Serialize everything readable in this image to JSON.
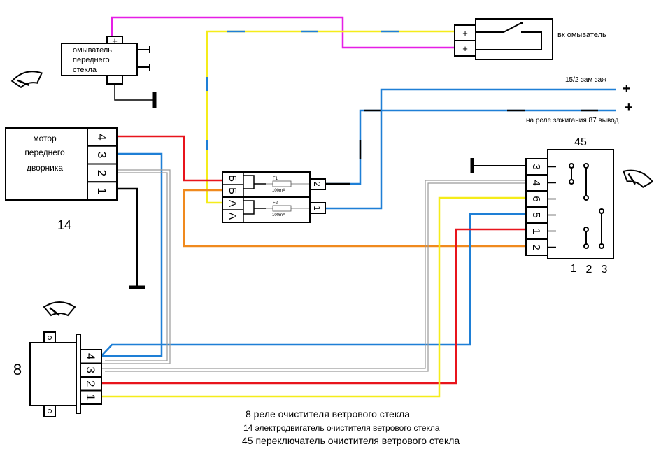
{
  "colors": {
    "red": "#e8141c",
    "blue": "#1e7fd6",
    "yellow": "#f5ec1a",
    "orange": "#f08a1e",
    "magenta": "#e61ee6",
    "gray": "#9a9a9a",
    "black": "#000000"
  },
  "washer": {
    "lines": [
      "омыватель",
      "переднего",
      "стекла"
    ],
    "plus": "+"
  },
  "washer_switch": {
    "label": "вк омыватель",
    "pins": [
      "+",
      "+"
    ]
  },
  "supply": {
    "line1": "15/2 зам заж",
    "line2": "на реле зажигания 87 вывод",
    "plus": "+"
  },
  "motor": {
    "lines": [
      "мотор",
      "переднего",
      "дворника"
    ],
    "pins": [
      "4",
      "3",
      "2",
      "1"
    ],
    "number": "14"
  },
  "fuse_block": {
    "left_pins": [
      "Б",
      "Б",
      "А",
      "А"
    ],
    "fuses": [
      {
        "name": "F1",
        "rating": "100mA"
      },
      {
        "name": "F2",
        "rating": "100mA"
      }
    ],
    "right_pins": [
      "2",
      "1"
    ]
  },
  "switch": {
    "number": "45",
    "pins": [
      "3",
      "4",
      "6",
      "5",
      "1",
      "2"
    ],
    "positions": [
      "1",
      "2",
      "3"
    ]
  },
  "relay": {
    "number": "8",
    "pins": [
      "4",
      "3",
      "2",
      "1"
    ]
  },
  "legend": [
    "8 реле очистителя ветрового стекла",
    "14 электродвигатель очистителя ветрового стекла",
    "45 переключатель очистителя ветрового стекла"
  ],
  "icons": [
    "wiper-icon",
    "ground-icon",
    "switch-contact-icon",
    "fuse-icon"
  ]
}
